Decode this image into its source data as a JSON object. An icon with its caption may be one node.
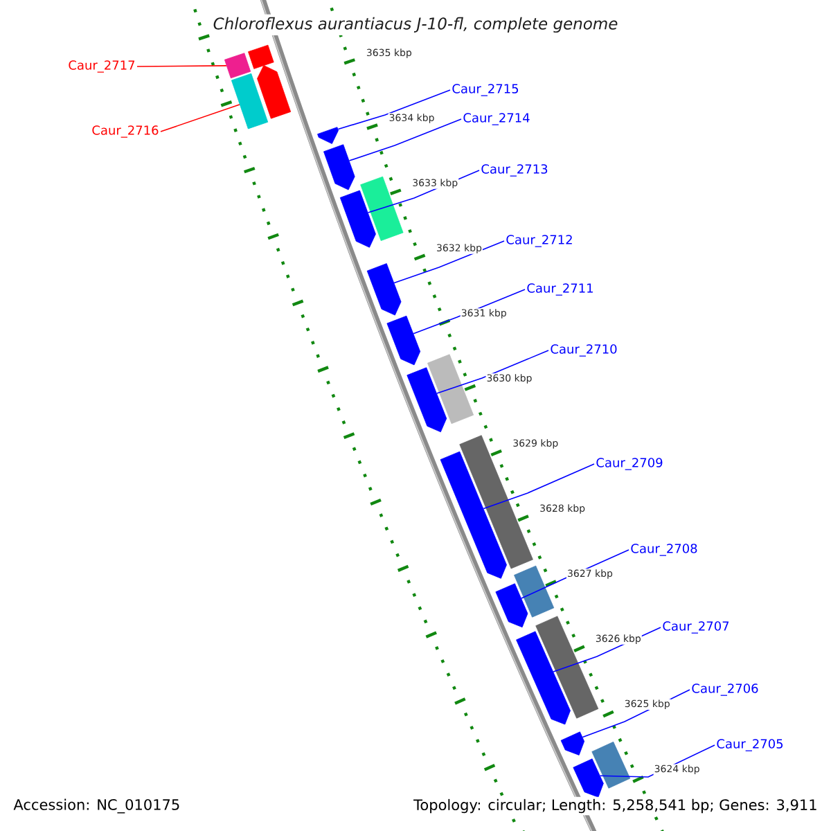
{
  "diagram": {
    "title": "Chloroflexus aurantiacus J-10-fl, complete genome",
    "nodes": [
      {
        "text": [
          "Caur_2717"
        ]
      },
      {
        "text": [
          "Caur_2715"
        ]
      },
      {
        "text": [
          "Caur_2714"
        ]
      },
      {
        "text": [
          "Caur_2716"
        ]
      },
      {
        "text": [
          "Caur_2713"
        ]
      },
      {
        "text": [
          "Caur_2712"
        ]
      },
      {
        "text": [
          "Caur_2711"
        ]
      },
      {
        "text": [
          "Caur_2710"
        ]
      },
      {
        "text": [
          "Caur_2709"
        ]
      },
      {
        "text": [
          "Caur_2708"
        ]
      },
      {
        "text": [
          "Caur_2707"
        ]
      },
      {
        "text": [
          "Caur_2706"
        ]
      },
      {
        "text": [
          "Caur_2705"
        ]
      },
      {
        "text": [],
        "shape": "bar"
      },
      {
        "text": [],
        "shape": "bar"
      },
      {
        "text": [],
        "shape": "bar"
      },
      {
        "text": [],
        "shape": "pentagon"
      },
      {
        "text": [],
        "shape": "pentagon"
      },
      {
        "text": [],
        "shape": "pentagon"
      },
      {
        "text": [],
        "shape": "pentagon"
      },
      {
        "text": [],
        "shape": "bar"
      },
      {
        "text": [],
        "shape": "pentagon"
      },
      {
        "text": [],
        "shape": "pentagon"
      },
      {
        "text": [],
        "shape": "pentagon"
      },
      {
        "text": [],
        "shape": "bar"
      },
      {
        "text": [],
        "shape": "bar"
      },
      {
        "text": [],
        "shape": "pentagon"
      },
      {
        "text": [],
        "shape": "bar"
      },
      {
        "text": [],
        "shape": "pentagon"
      },
      {
        "text": [],
        "shape": "pentagon"
      },
      {
        "text": [],
        "shape": "bar"
      },
      {
        "text": [],
        "shape": "pentagon"
      },
      {
        "text": [],
        "shape": "bar"
      },
      {
        "text": [],
        "shape": "pentagon"
      }
    ],
    "edges": [
      {
        "from": 0,
        "to": 13,
        "arrow": "none",
        "color": "#ff0000"
      },
      {
        "from": 1,
        "to": 17,
        "arrow": "none"
      },
      {
        "from": 2,
        "to": 18,
        "arrow": "none"
      },
      {
        "from": 3,
        "to": 15,
        "arrow": "none",
        "color": "#ff0000"
      },
      {
        "from": 4,
        "to": 19,
        "arrow": "none"
      },
      {
        "from": 5,
        "to": 21,
        "arrow": "none"
      },
      {
        "from": 6,
        "to": 22,
        "arrow": "none"
      },
      {
        "from": 7,
        "to": 23,
        "arrow": "none"
      },
      {
        "from": 8,
        "to": 26,
        "arrow": "none"
      },
      {
        "from": 9,
        "to": 28,
        "arrow": "none"
      },
      {
        "from": 10,
        "to": 29,
        "arrow": "none"
      },
      {
        "from": 11,
        "to": 31,
        "arrow": "none"
      },
      {
        "from": 12,
        "to": 33,
        "arrow": "none"
      }
    ],
    "labels": [
      "3635 kbp",
      "3634 kbp",
      "3633 kbp",
      "3632 kbp",
      "3631 kbp",
      "3630 kbp",
      "3629 kbp",
      "3628 kbp",
      "3627 kbp",
      "3626 kbp",
      "3625 kbp",
      "3624 kbp",
      "Accession: NC_010175",
      "Topology: circular; Length: 5,258,541 bp; Genes: 3,911"
    ]
  }
}
